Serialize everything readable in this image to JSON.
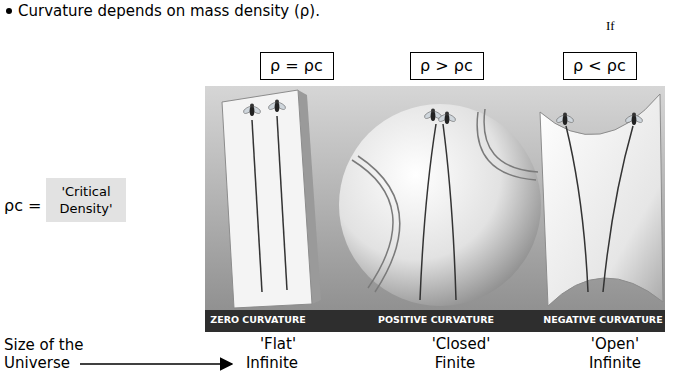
{
  "diagram": {
    "nodes": [
      {
        "text": [
          "ρ = ρc"
        ]
      },
      {
        "text": [
          "ρ > ρc"
        ]
      },
      {
        "text": [
          "ρ < ρc"
        ]
      },
      {
        "text": [
          "'Critical Density'"
        ]
      }
    ],
    "labels": [
      "Curvature depends on mass density (ρ).",
      "If",
      "ρc =",
      "ZERO CURVATURE",
      "POSITIVE CURVATURE",
      "NEGATIVE CURVATURE",
      "'Flat'",
      "'Closed'",
      "'Open'",
      "Size of the Universe",
      "Infinite",
      "Finite",
      "Infinite"
    ]
  }
}
